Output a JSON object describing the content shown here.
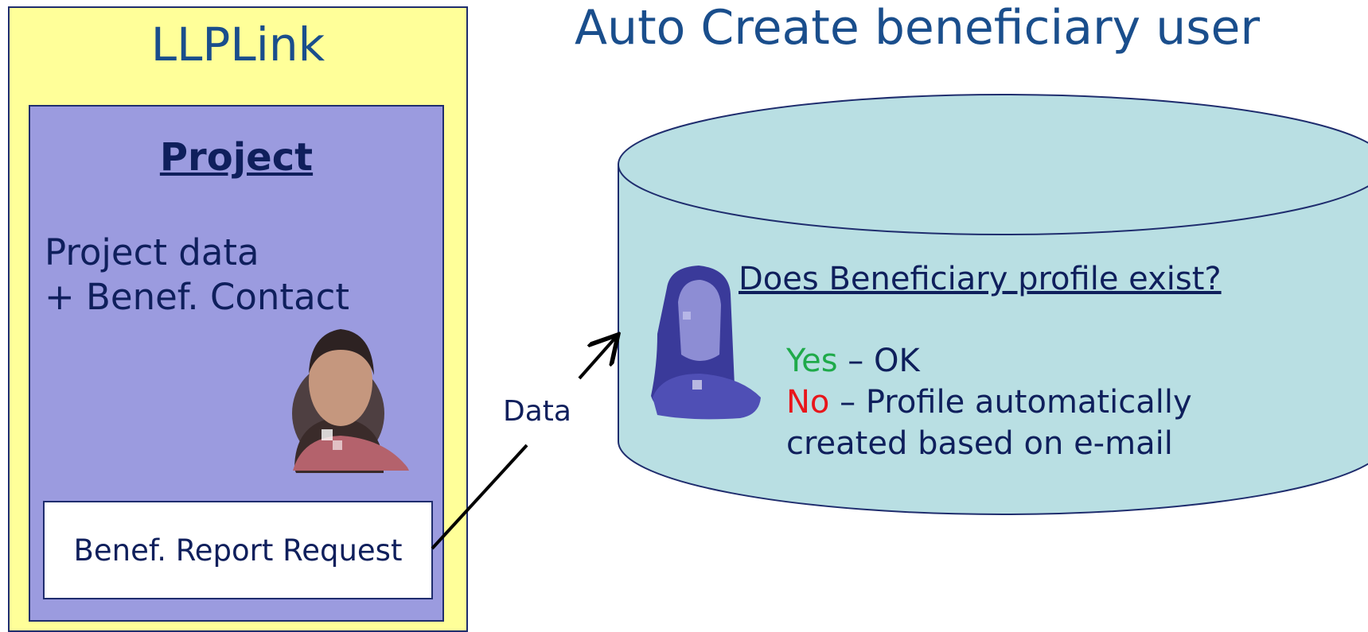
{
  "llplink": {
    "title": "LLPLink",
    "project_title": "Project",
    "project_line1": "Project data",
    "project_line2": "+ Benef. Contact",
    "report_request": "Benef. Report Request"
  },
  "flow": {
    "data_label": "Data"
  },
  "database": {
    "title": "Auto Create beneficiary user",
    "question": "Does Beneficiary profile exist?",
    "yes_word": "Yes",
    "yes_rest": " – OK",
    "no_word": "No",
    "no_rest": " – Profile automatically",
    "no_line2": "created based on e-mail"
  },
  "colors": {
    "llplink_bg": "#ffff99",
    "project_bg": "#9b9bdf",
    "database_fill": "#b9dfe3",
    "title_blue": "#1a4e8c",
    "text_navy": "#0f1f5c",
    "yes_green": "#1faa4a",
    "no_red": "#e8161b"
  },
  "icons": [
    "beneficiary-contact-person-icon",
    "beneficiary-profile-person-icon"
  ]
}
